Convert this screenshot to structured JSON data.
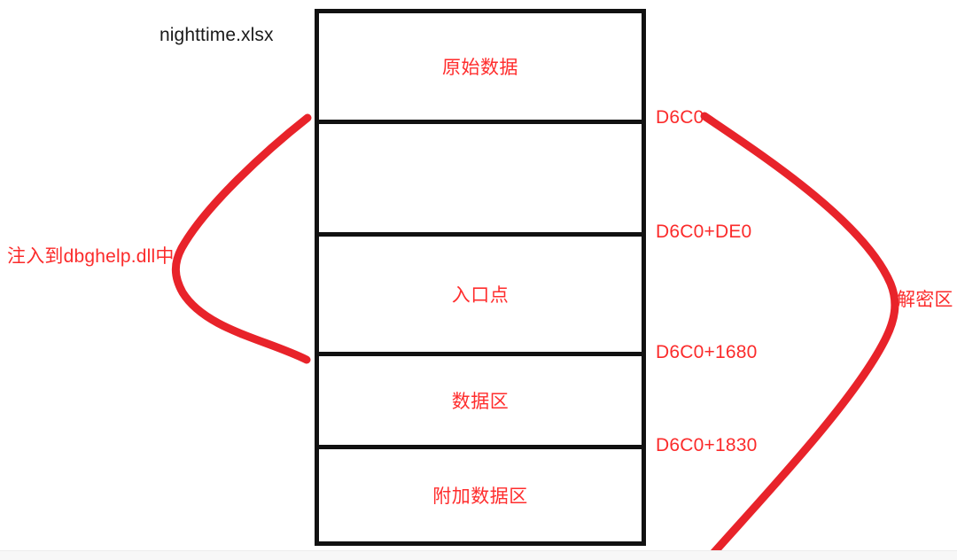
{
  "diagram": {
    "title_label": "nighttime.xlsx",
    "accent_color": "#fb2b2b",
    "outline_color": "#111111",
    "background_color": "#ffffff",
    "block": {
      "segments": [
        {
          "name": "raw-data",
          "label": "原始数据"
        },
        {
          "name": "blank-region",
          "label": ""
        },
        {
          "name": "entry-point",
          "label": "入口点"
        },
        {
          "name": "data-region",
          "label": "数据区"
        },
        {
          "name": "extra-data-region",
          "label": "附加数据区"
        }
      ]
    },
    "addresses": [
      {
        "name": "addr-base",
        "label": "D6C0"
      },
      {
        "name": "addr-base-de0",
        "label": "D6C0+DE0"
      },
      {
        "name": "addr-base-1680",
        "label": "D6C0+1680"
      },
      {
        "name": "addr-base-1830",
        "label": "D6C0+1830"
      }
    ],
    "annotations": {
      "left": "注入到dbghelp.dll中",
      "right": "解密区"
    }
  }
}
